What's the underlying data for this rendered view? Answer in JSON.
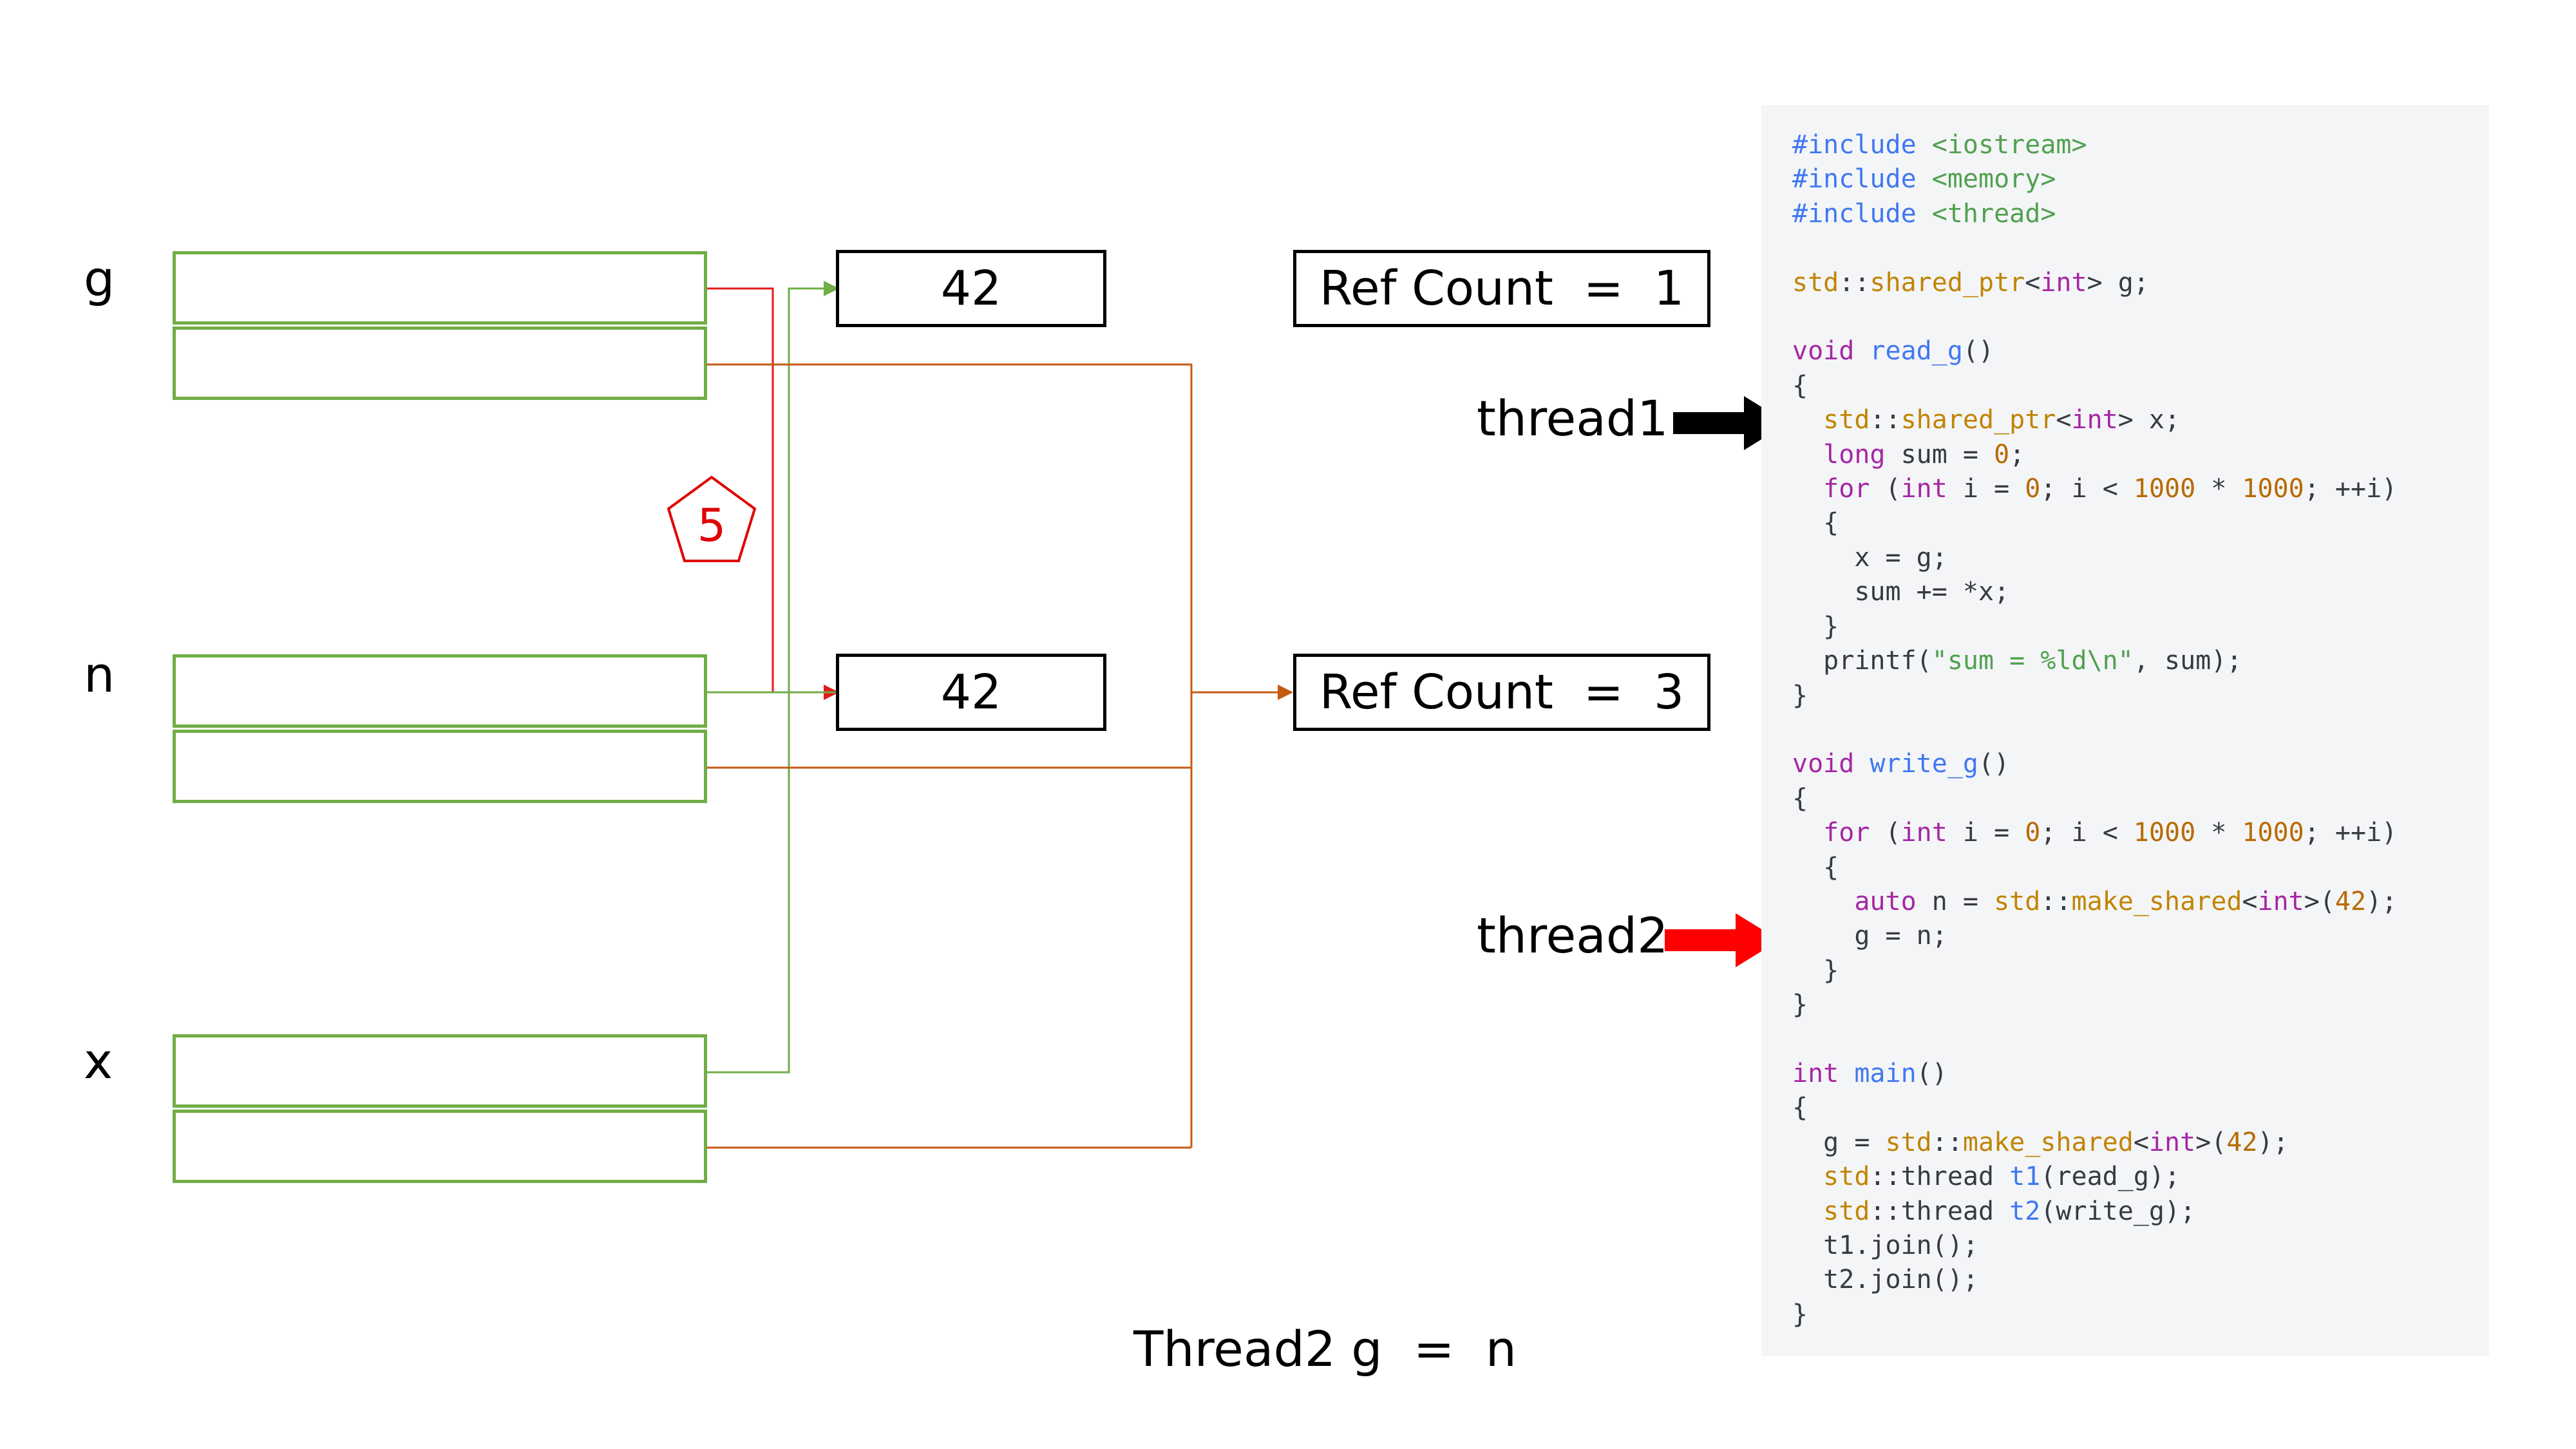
{
  "variables": [
    {
      "name": "g"
    },
    {
      "name": "n"
    },
    {
      "name": "x"
    }
  ],
  "values": [
    {
      "text": "42"
    },
    {
      "text": "42"
    }
  ],
  "refcounts": [
    {
      "text": "Ref Count  =  1"
    },
    {
      "text": "Ref Count  =  3"
    }
  ],
  "step": {
    "number": "5"
  },
  "threads": {
    "thread1": {
      "label": "thread1",
      "arrow_color": "#000000"
    },
    "thread2": {
      "label": "thread2",
      "arrow_color": "#ff0000"
    }
  },
  "caption": "Thread2 g  =  n",
  "colors": {
    "slot_border": "#70ad47",
    "g_link": "#e31a1c",
    "ref_link": "#c55a11",
    "x_link": "#70ad47"
  },
  "code": {
    "lines": [
      "#include <iostream>",
      "#include <memory>",
      "#include <thread>",
      "",
      "std::shared_ptr<int> g;",
      "",
      "void read_g()",
      "{",
      "  std::shared_ptr<int> x;",
      "  long sum = 0;",
      "  for (int i = 0; i < 1000 * 1000; ++i)",
      "  {",
      "    x = g;",
      "    sum += *x;",
      "  }",
      "  printf(\"sum = %ld\\n\", sum);",
      "}",
      "",
      "void write_g()",
      "{",
      "  for (int i = 0; i < 1000 * 1000; ++i)",
      "  {",
      "    auto n = std::make_shared<int>(42);",
      "    g = n;",
      "  }",
      "}",
      "",
      "int main()",
      "{",
      "  g = std::make_shared<int>(42);",
      "  std::thread t1(read_g);",
      "  std::thread t2(write_g);",
      "  t1.join();",
      "  t2.join();",
      "}"
    ]
  }
}
